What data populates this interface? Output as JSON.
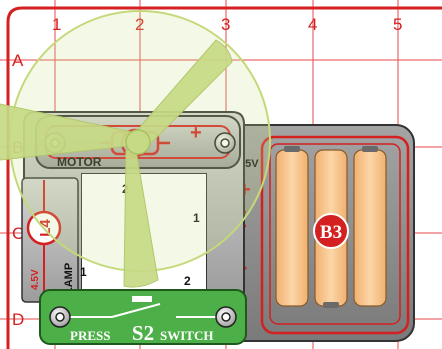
{
  "grid": {
    "columns": [
      "1",
      "2",
      "3",
      "4",
      "5"
    ],
    "rows": [
      "A",
      "B",
      "C",
      "D"
    ]
  },
  "motor": {
    "label": "MOTOR",
    "polarity": "+"
  },
  "lamp": {
    "code": "L4",
    "label": "LAMP",
    "voltage": "4.5V"
  },
  "battery": {
    "code": "B3",
    "voltage": "4.5V",
    "plus": "+",
    "minus": "-"
  },
  "switch": {
    "left_label": "PRESS",
    "code": "S2",
    "right_label": "SWITCH"
  },
  "wire_numbers": {
    "top": "2",
    "right_upper": "1",
    "left_lower": "1",
    "right_lower": "2"
  },
  "colors": {
    "grid_line": "#e83a3a",
    "frame": "#d42020",
    "snap_plate": "#bdbdbd",
    "battery_plate": "#8f8f8f",
    "battery_cell": "#f6c48e",
    "switch_plate": "#4caf48",
    "fan_fill": "#c8dc86"
  },
  "icons": [
    "motor-symbol-icon",
    "lamp-symbol-icon",
    "battery-symbol-icon",
    "snap-icon",
    "fan-blade-icon"
  ]
}
